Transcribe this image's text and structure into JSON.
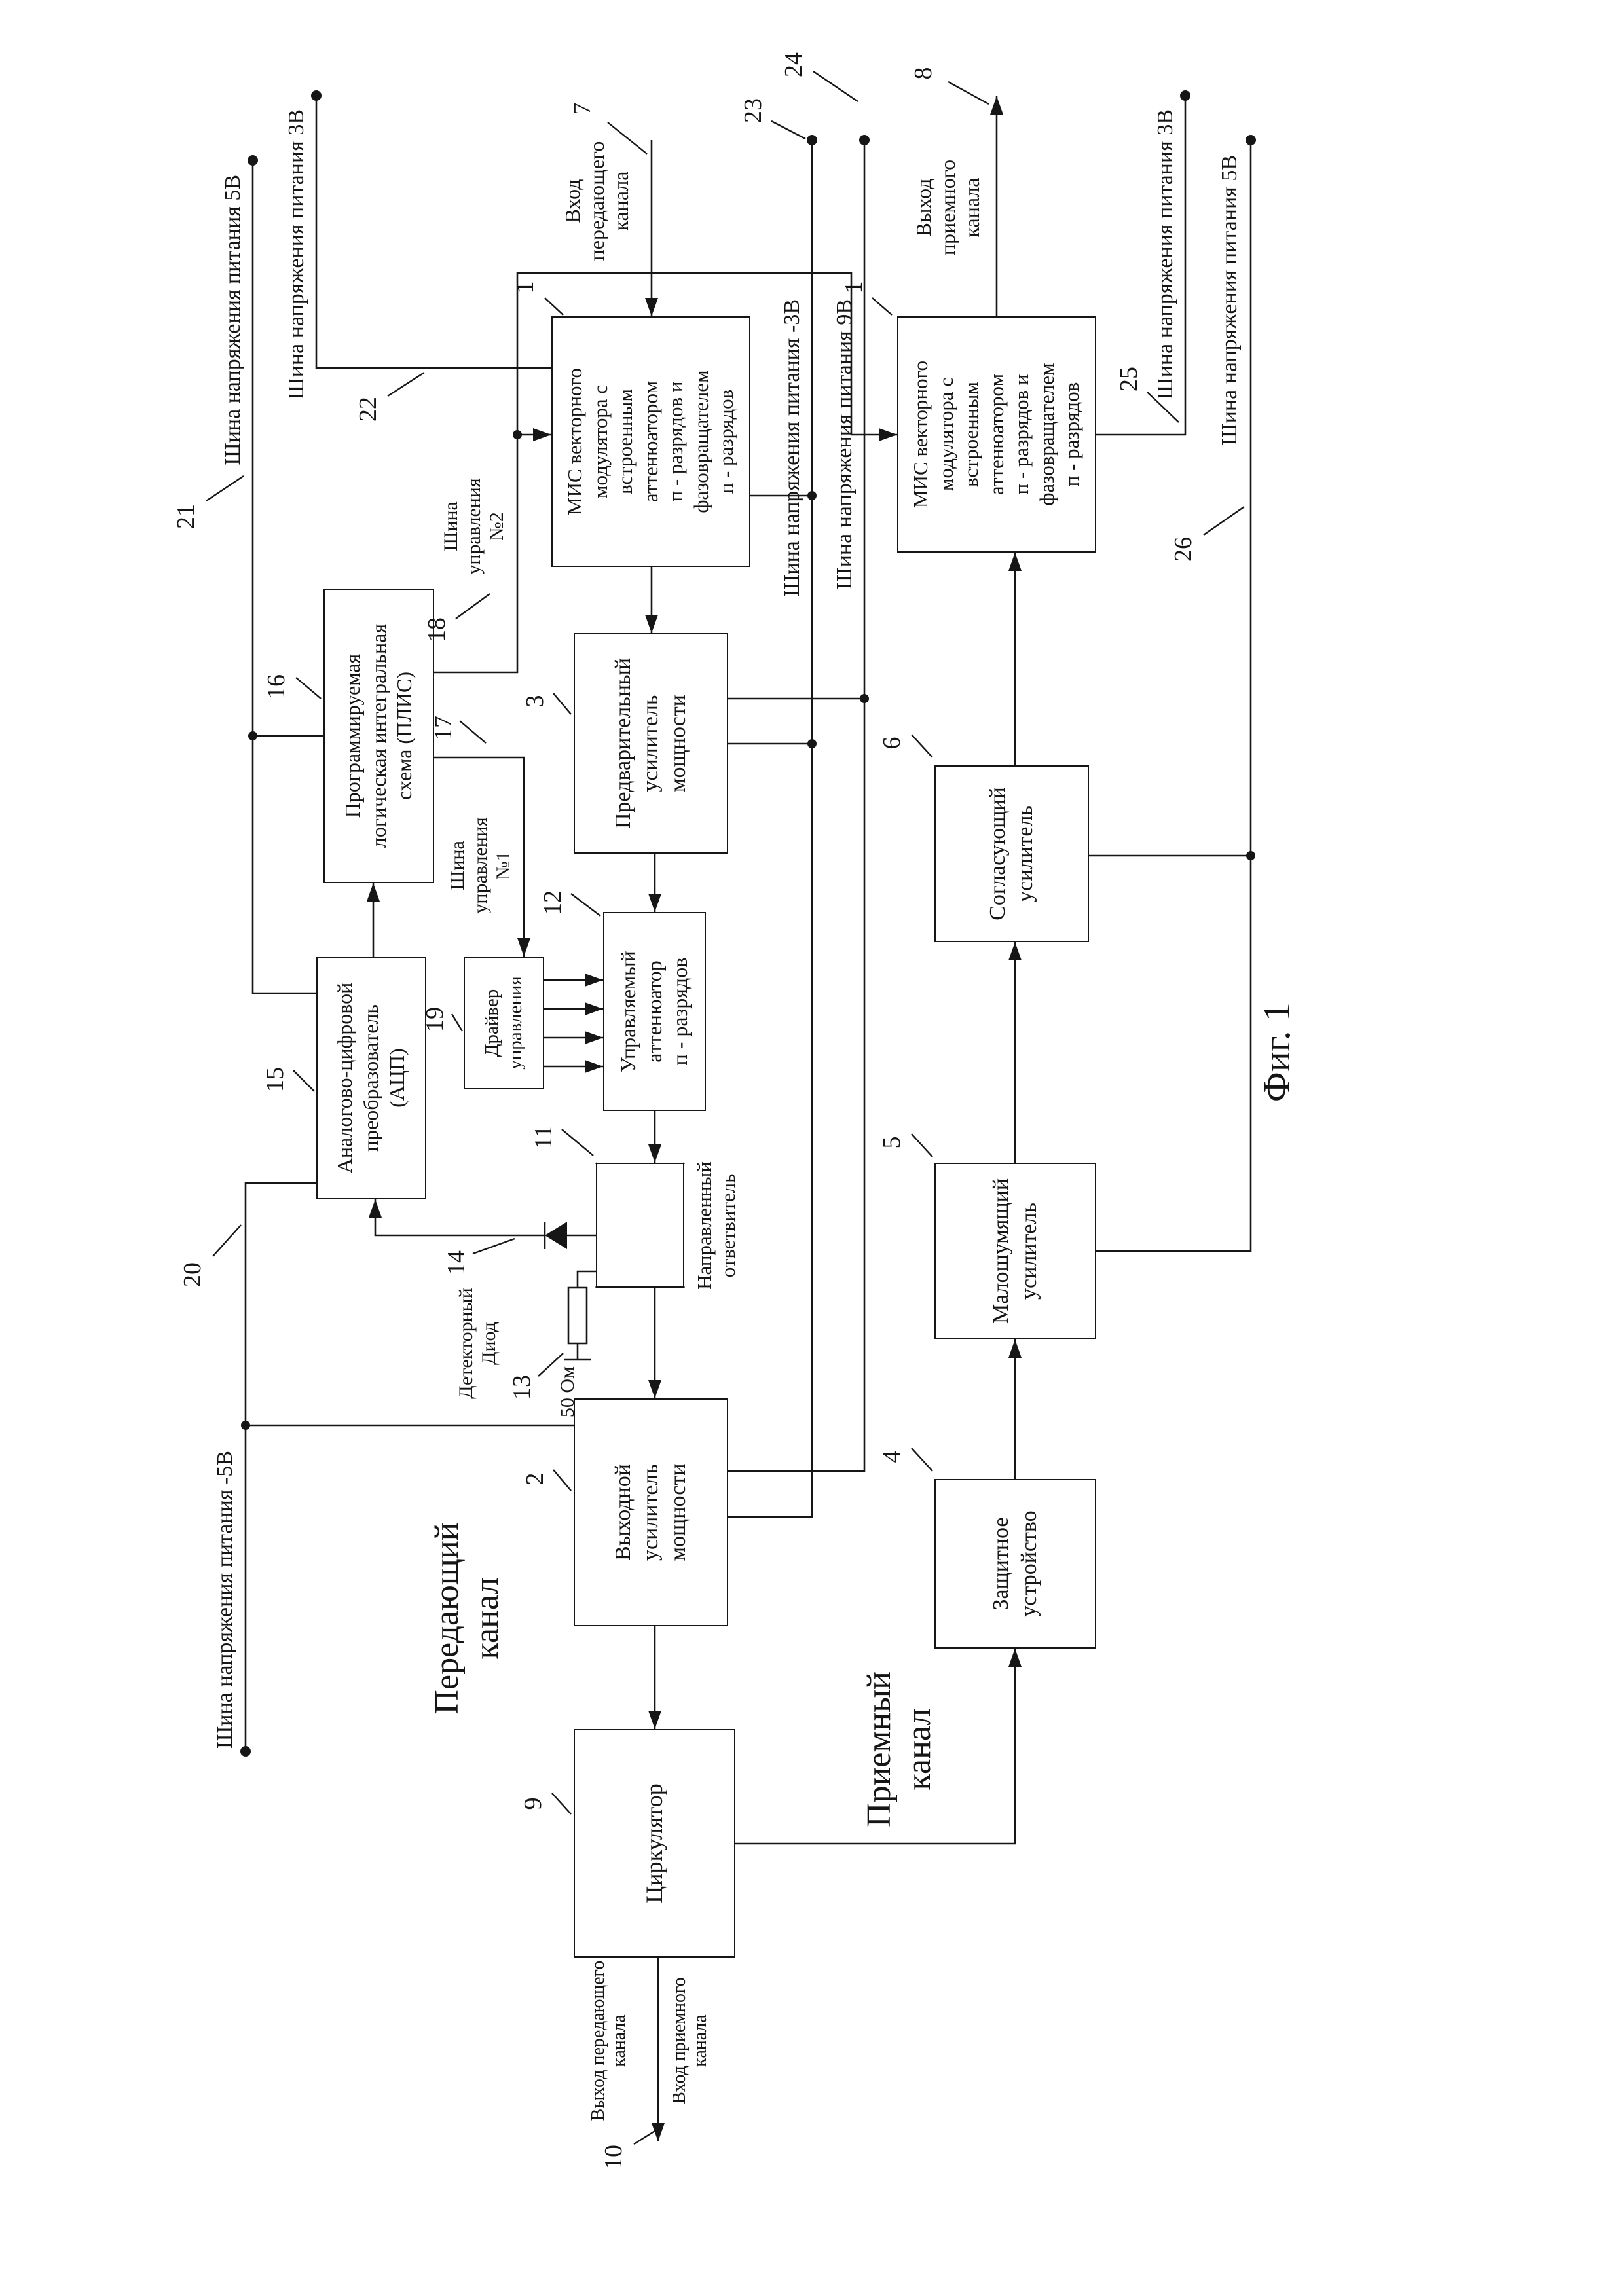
{
  "figure": {
    "caption": "Фиг. 1"
  },
  "headings": {
    "transmit": "Передающий\nканал",
    "receive": "Приемный\nканал"
  },
  "blocks": {
    "mis_tx": "МИС векторного\nмодулятора с\nвстроенным\nаттенюатором\nп - разрядов и\nфазовращателем\nп - разрядов",
    "mis_rx": "МИС векторного\nмодулятора с\nвстроенным\nаттенюатором\nп - разрядов и\nфазовращателем\nп - разрядов",
    "pre_amp": "Предварительный\nусилитель\nмощности",
    "fpga": "Программируемая\nлогическая интегральная\nсхема (ПЛИС)",
    "adc": "Аналогово-цифровой\nпреобразователь\n(АЦП)",
    "driver": "Драйвер\nуправления",
    "atten": "Управляемый\nаттенюатор\nп - разрядов",
    "coupler": "Направленный\nответвитель",
    "det_diode": "Детекторный\nДиод",
    "load": "50 Ом",
    "out_amp": "Выходной\nусилитель\nмощности",
    "circulator": "Циркулятор",
    "protect": "Защитное\nустройство",
    "lna": "Малошумящий\nусилитель",
    "match_amp": "Согласующий\nусилитель"
  },
  "buses": {
    "b21": "Шина напряжения питания 5В",
    "b22": "Шина напряжения питания 3В",
    "b20": "Шина напряжения питания -5В",
    "b23": "Шина напряжения питания -3В",
    "b24": "Шина напряжения питания 9В",
    "b25": "Шина напряжения питания 3В",
    "b26": "Шина напряжения питания 5В",
    "ctrl1": "Шина\nуправления\n№1",
    "ctrl2": "Шина\nуправления\n№2"
  },
  "ports": {
    "tx_in": "Вход\nпередающего\nканала",
    "rx_out": "Выход\nприемного\nканала",
    "tx_out": "Выход передающего\nканала",
    "rx_in": "Вход приемного\nканала"
  },
  "refs": {
    "n1t": "1",
    "n1r": "1",
    "n2": "2",
    "n3": "3",
    "n4": "4",
    "n5": "5",
    "n6": "6",
    "n7": "7",
    "n8": "8",
    "n9": "9",
    "n10": "10",
    "n11": "11",
    "n12": "12",
    "n13": "13",
    "n14": "14",
    "n15": "15",
    "n16": "16",
    "n17": "17",
    "n18": "18",
    "n19": "19",
    "n20": "20",
    "n21": "21",
    "n22": "22",
    "n23": "23",
    "n24": "24",
    "n25": "25",
    "n26": "26"
  }
}
